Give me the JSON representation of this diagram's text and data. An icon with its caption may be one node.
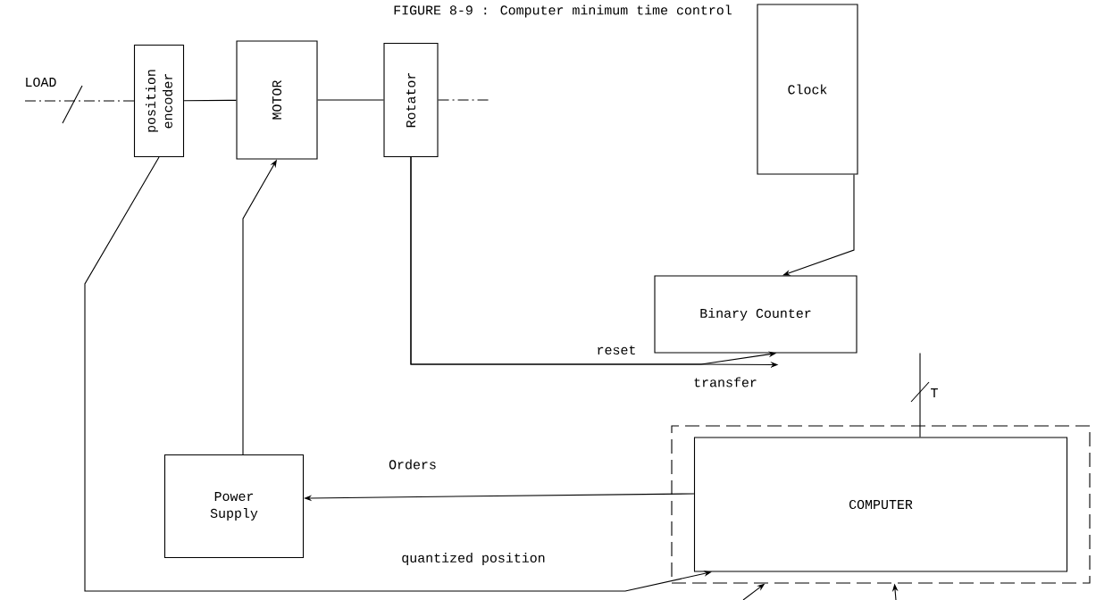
{
  "diagram": {
    "title": "FIGURE 8-9 : Computer minimum time control",
    "nodes": [
      {
        "text": [
          "position encoder"
        ]
      },
      {
        "text": [
          "MOTOR"
        ]
      },
      {
        "text": [
          "Rotator"
        ]
      },
      {
        "text": [
          "Clock"
        ]
      },
      {
        "text": [
          "Binary Counter"
        ]
      },
      {
        "text": [
          "Power Supply"
        ]
      },
      {
        "text": [],
        "shape": "box"
      },
      {
        "text": [
          "COMPUTER"
        ],
        "in": 6
      }
    ],
    "edges": [
      {
        "from": null,
        "to": 0,
        "arrow": "none",
        "style": "dashed"
      },
      {
        "from": 0,
        "to": 1,
        "arrow": "none"
      },
      {
        "from": 1,
        "to": 2,
        "arrow": "none"
      },
      {
        "from": 2,
        "to": null,
        "arrow": "none",
        "style": "dashed"
      },
      {
        "from": 3,
        "to": 4,
        "arrow": "to"
      },
      {
        "from": 2,
        "to": 4,
        "arrow": "to",
        "label": "reset"
      },
      {
        "from": 2,
        "to": 4,
        "arrow": "to",
        "label": "transfer"
      },
      {
        "from": 4,
        "to": 7,
        "arrow": "none",
        "label": "T"
      },
      {
        "from": 7,
        "to": 5,
        "arrow": "to",
        "label": "Orders"
      },
      {
        "from": 5,
        "to": 1,
        "arrow": "to"
      },
      {
        "from": 0,
        "to": 7,
        "arrow": "to",
        "label": "quantized position"
      },
      {
        "from": null,
        "to": 6,
        "arrow": "to"
      },
      {
        "from": null,
        "to": 6,
        "arrow": "to"
      }
    ],
    "labels": [
      "LOAD"
    ]
  }
}
